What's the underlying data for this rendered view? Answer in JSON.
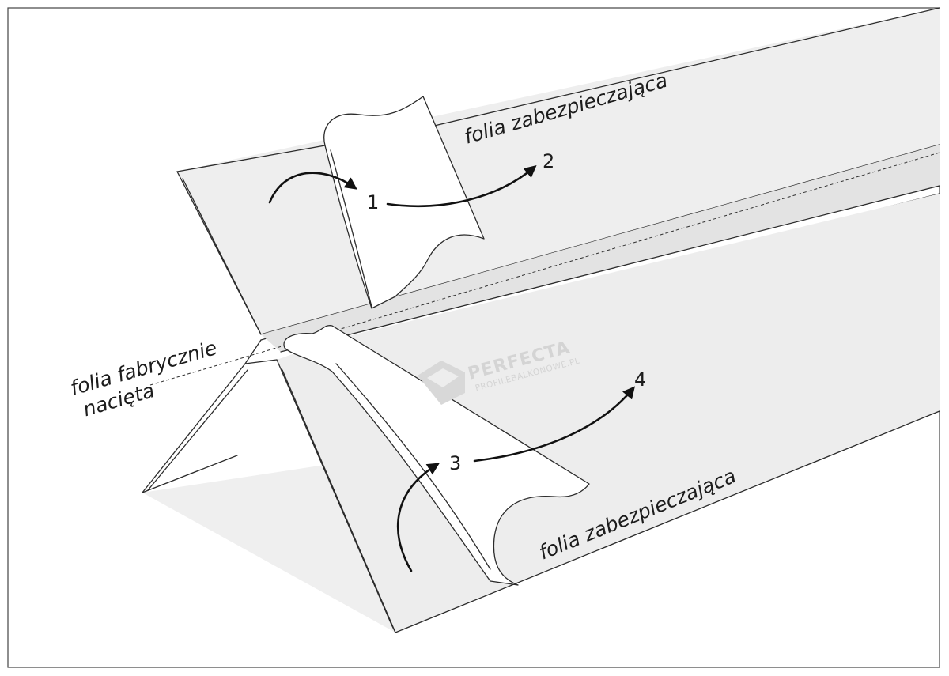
{
  "labels": {
    "top_film": "folia zabezpieczająca",
    "bottom_film": "folia zabezpieczająca",
    "cut_line": [
      "folia fabrycznie",
      "nacięta"
    ]
  },
  "steps": [
    "1",
    "2",
    "3",
    "4"
  ],
  "watermark": {
    "brand": "PERFECTA",
    "site": "PROFILEBALKONOWE.PL"
  },
  "colors": {
    "line": "#2b2b2b",
    "arrow": "#111111",
    "panel_fill": "#ededed",
    "inner_fill": "#e2e2e2",
    "shadow": "#eeeeee",
    "frame": "#444444"
  }
}
